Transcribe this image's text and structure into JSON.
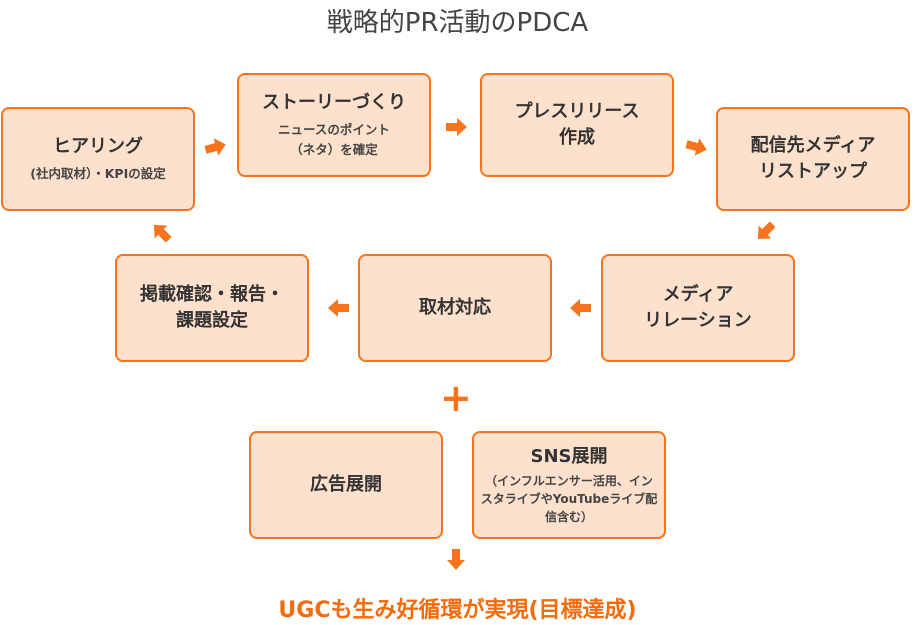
{
  "title": "戦略的PR活動のPDCA",
  "steps": [
    {
      "heading": "ヒアリング",
      "sub": "(社内取材）・KPIの設定"
    },
    {
      "heading": "ストーリーづくり",
      "sub": "ニュースのポイント\n（ネタ）を確定"
    },
    {
      "heading": "プレスリリース\n作成"
    },
    {
      "heading": "配信先メディア\nリストアップ"
    },
    {
      "heading": "メディア\nリレーション"
    },
    {
      "heading": "取材対応"
    },
    {
      "heading": "掲載確認・報告・\n課題設定"
    }
  ],
  "plus": "+",
  "extras": [
    {
      "heading": "広告展開"
    },
    {
      "heading": "SNS展開",
      "sub": "（インフルエンサー活用、インスタライブやYouTubeライブ配信含む）"
    }
  ],
  "goal": "UGCも生み好循環が実現(目標達成)",
  "colors": {
    "accent": "#f7731c",
    "fill": "#fde1cd"
  }
}
